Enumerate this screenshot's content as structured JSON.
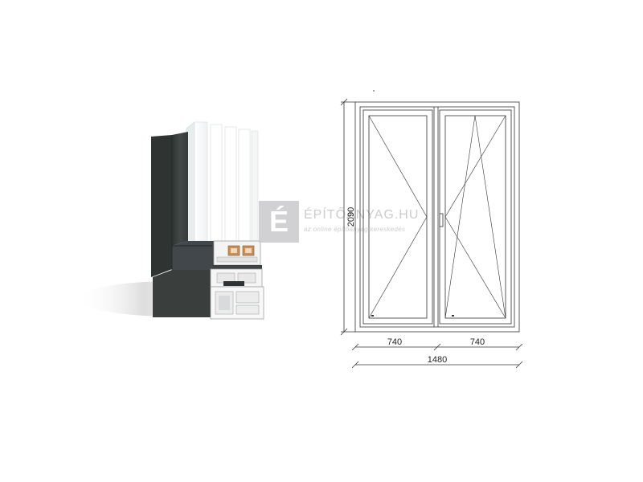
{
  "watermark": {
    "logo_letter": "É",
    "brand": "ÉPÍTŐANYAG.HU",
    "tagline": "az online építőanyag kereskedés"
  },
  "profile": {
    "frame_color": "#3a3f3e",
    "profile_color": "#f2f2f2",
    "reinforcement_color": "#b88a5e"
  },
  "technical_drawing": {
    "height_label": "2090",
    "left_sash_width_label": "740",
    "right_sash_width_label": "740",
    "total_width_label": "1480"
  }
}
